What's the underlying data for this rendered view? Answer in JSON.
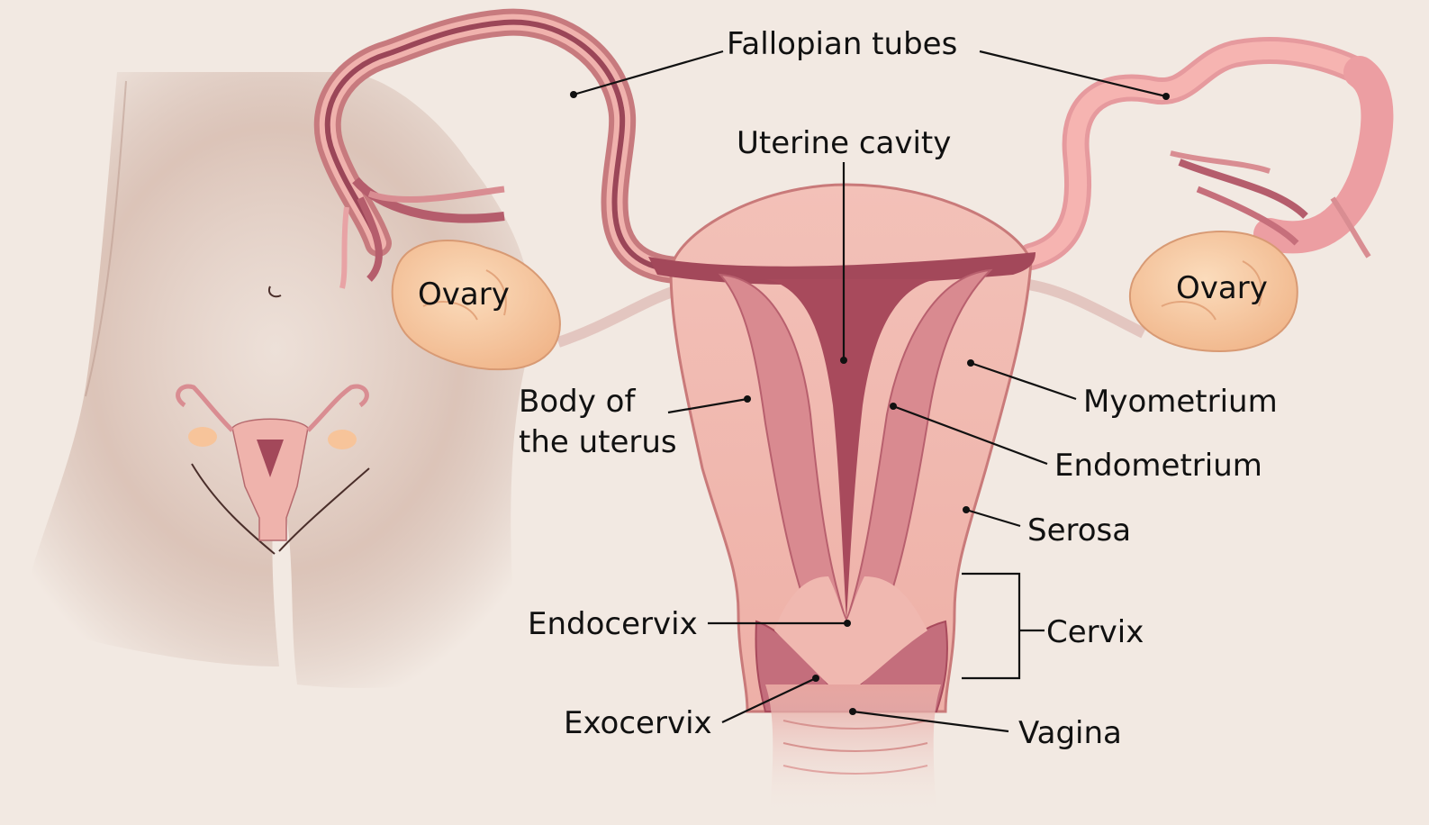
{
  "labels": {
    "fallopian_tubes": "Fallopian tubes",
    "uterine_cavity": "Uterine cavity",
    "ovary_left": "Ovary",
    "ovary_right": "Ovary",
    "body_of_uterus_line1": "Body of",
    "body_of_uterus_line2": "the uterus",
    "myometrium": "Myometrium",
    "endometrium": "Endometrium",
    "serosa": "Serosa",
    "cervix": "Cervix",
    "endocervix": "Endocervix",
    "exocervix": "Exocervix",
    "vagina": "Vagina"
  },
  "colors": {
    "background": "#f2e9e2",
    "tissue": "#efb3ac",
    "tissue_dark": "#a3485a",
    "ovary": "#f7c49a",
    "skin_shadow": "#c9a596"
  }
}
